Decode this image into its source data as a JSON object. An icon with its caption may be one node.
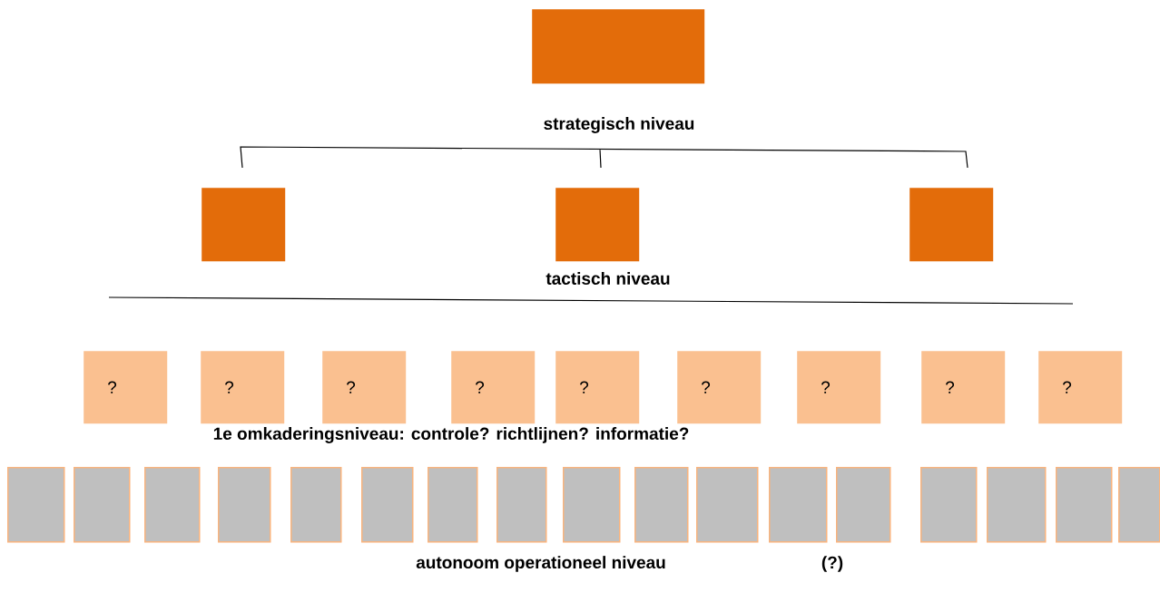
{
  "diagram": {
    "nodes": [
      {
        "text": [],
        "shape": "box"
      },
      {
        "text": [],
        "shape": "box"
      },
      {
        "text": [],
        "shape": "box"
      },
      {
        "text": [],
        "shape": "box"
      },
      {
        "text": [
          "?"
        ]
      },
      {
        "text": [
          "?"
        ]
      },
      {
        "text": [
          "?"
        ]
      },
      {
        "text": [
          "?"
        ]
      },
      {
        "text": [
          "?"
        ]
      },
      {
        "text": [
          "?"
        ]
      },
      {
        "text": [
          "?"
        ]
      },
      {
        "text": [
          "?"
        ]
      },
      {
        "text": [
          "?"
        ]
      },
      {
        "text": [],
        "shape": "box"
      },
      {
        "text": [],
        "shape": "box"
      },
      {
        "text": [],
        "shape": "box"
      },
      {
        "text": [],
        "shape": "box"
      },
      {
        "text": [],
        "shape": "box"
      },
      {
        "text": [],
        "shape": "box"
      },
      {
        "text": [],
        "shape": "box"
      },
      {
        "text": [],
        "shape": "box"
      },
      {
        "text": [],
        "shape": "box"
      },
      {
        "text": [],
        "shape": "box"
      },
      {
        "text": [],
        "shape": "box"
      },
      {
        "text": [],
        "shape": "box"
      },
      {
        "text": [],
        "shape": "box"
      },
      {
        "text": [],
        "shape": "box"
      },
      {
        "text": [],
        "shape": "box"
      },
      {
        "text": [],
        "shape": "box"
      },
      {
        "text": [],
        "shape": "box"
      }
    ],
    "labels": [
      "strategisch niveau",
      "tactisch niveau",
      "1e omkaderingsniveau: controle? richtlijnen? informatie?",
      "autonoom operationeel niveau",
      "(?)"
    ]
  }
}
